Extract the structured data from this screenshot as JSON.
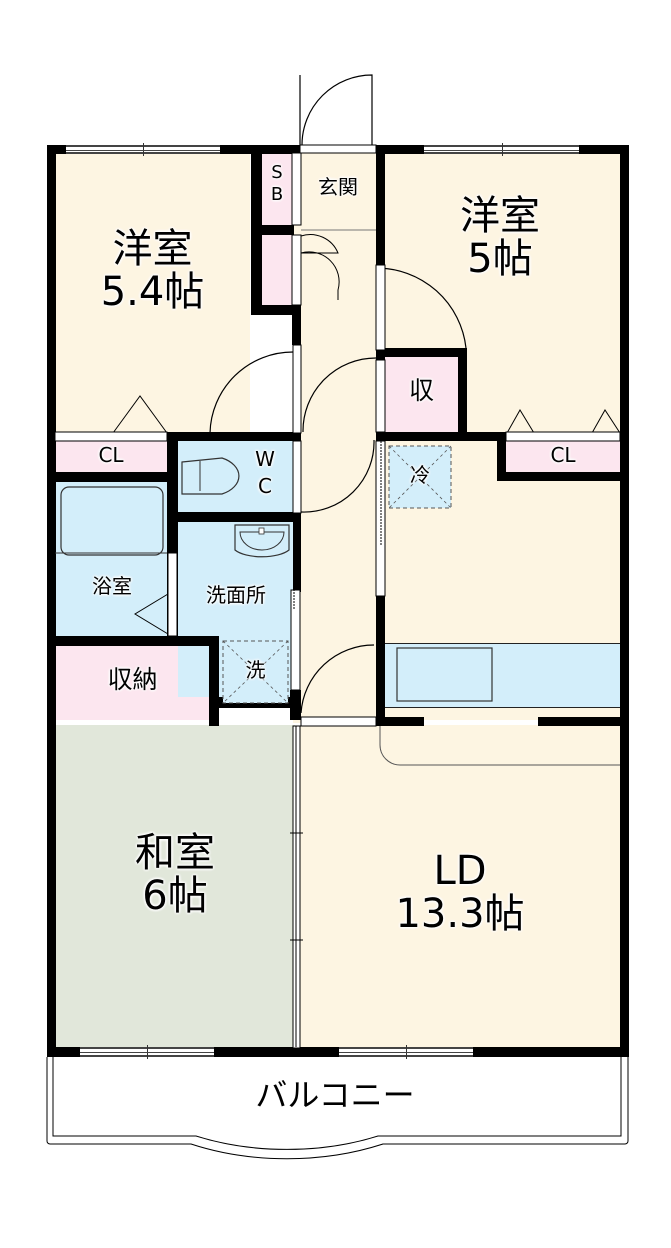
{
  "floorplan": {
    "rooms": {
      "western_room_1": {
        "name": "洋室",
        "size": "5.4帖"
      },
      "western_room_2": {
        "name": "洋室",
        "size": "5帖"
      },
      "japanese_room": {
        "name": "和室",
        "size": "6帖"
      },
      "living_dining": {
        "name": "LD",
        "size": "13.3帖"
      },
      "entrance": {
        "name": "玄関"
      },
      "shoe_box": {
        "line1": "S",
        "line2": "B"
      },
      "storage_small": {
        "name": "収"
      },
      "closet_left": {
        "name": "CL"
      },
      "closet_right": {
        "name": "CL"
      },
      "toilet": {
        "line1": "W",
        "line2": "C"
      },
      "bathroom": {
        "name": "浴室"
      },
      "washroom": {
        "name": "洗面所"
      },
      "washer": {
        "name": "洗"
      },
      "fridge": {
        "name": "冷"
      },
      "storage": {
        "name": "収納"
      },
      "balcony": {
        "name": "バルコニー"
      }
    },
    "colors": {
      "wall": "#000000",
      "floor_western": "#fdf5e2",
      "floor_japanese": "#e1e7da",
      "storage_pink": "#fce6ef",
      "wet_area_blue": "#d3eefa"
    }
  }
}
